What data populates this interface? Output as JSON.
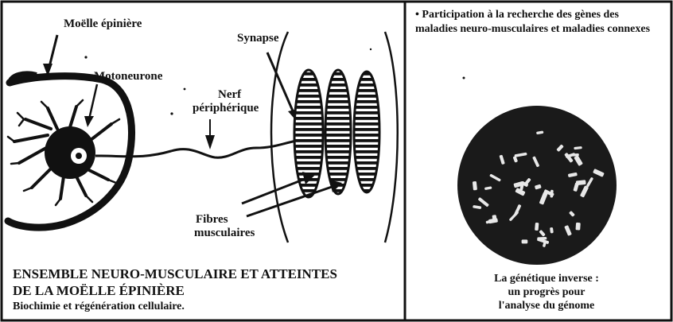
{
  "left_panel": {
    "labels": {
      "moelle": "Moëlle épinière",
      "motoneurone": "Motoneurone",
      "nerf_line1": "Nerf",
      "nerf_line2": "périphérique",
      "synapse": "Synapse",
      "fibres_line1": "Fibres",
      "fibres_line2": "musculaires"
    },
    "caption_title_line1": "ENSEMBLE NEURO-MUSCULAIRE ET ATTEINTES",
    "caption_title_line2": "DE LA MOËLLE ÉPINIÈRE",
    "caption_subtitle": "Biochimie et régénération cellulaire."
  },
  "right_panel": {
    "note_bullet": "•",
    "note_text": "Participation à la recherche des gènes des maladies neuro-musculaires et maladies connexes",
    "caption_line1": "La génétique inverse :",
    "caption_line2": "un progrès pour",
    "caption_line3": "l'analyse du génome"
  },
  "colors": {
    "ink": "#111111",
    "paper": "#ffffff",
    "dish": "#1a1a1a",
    "chromosome": "#e8e8e8"
  }
}
